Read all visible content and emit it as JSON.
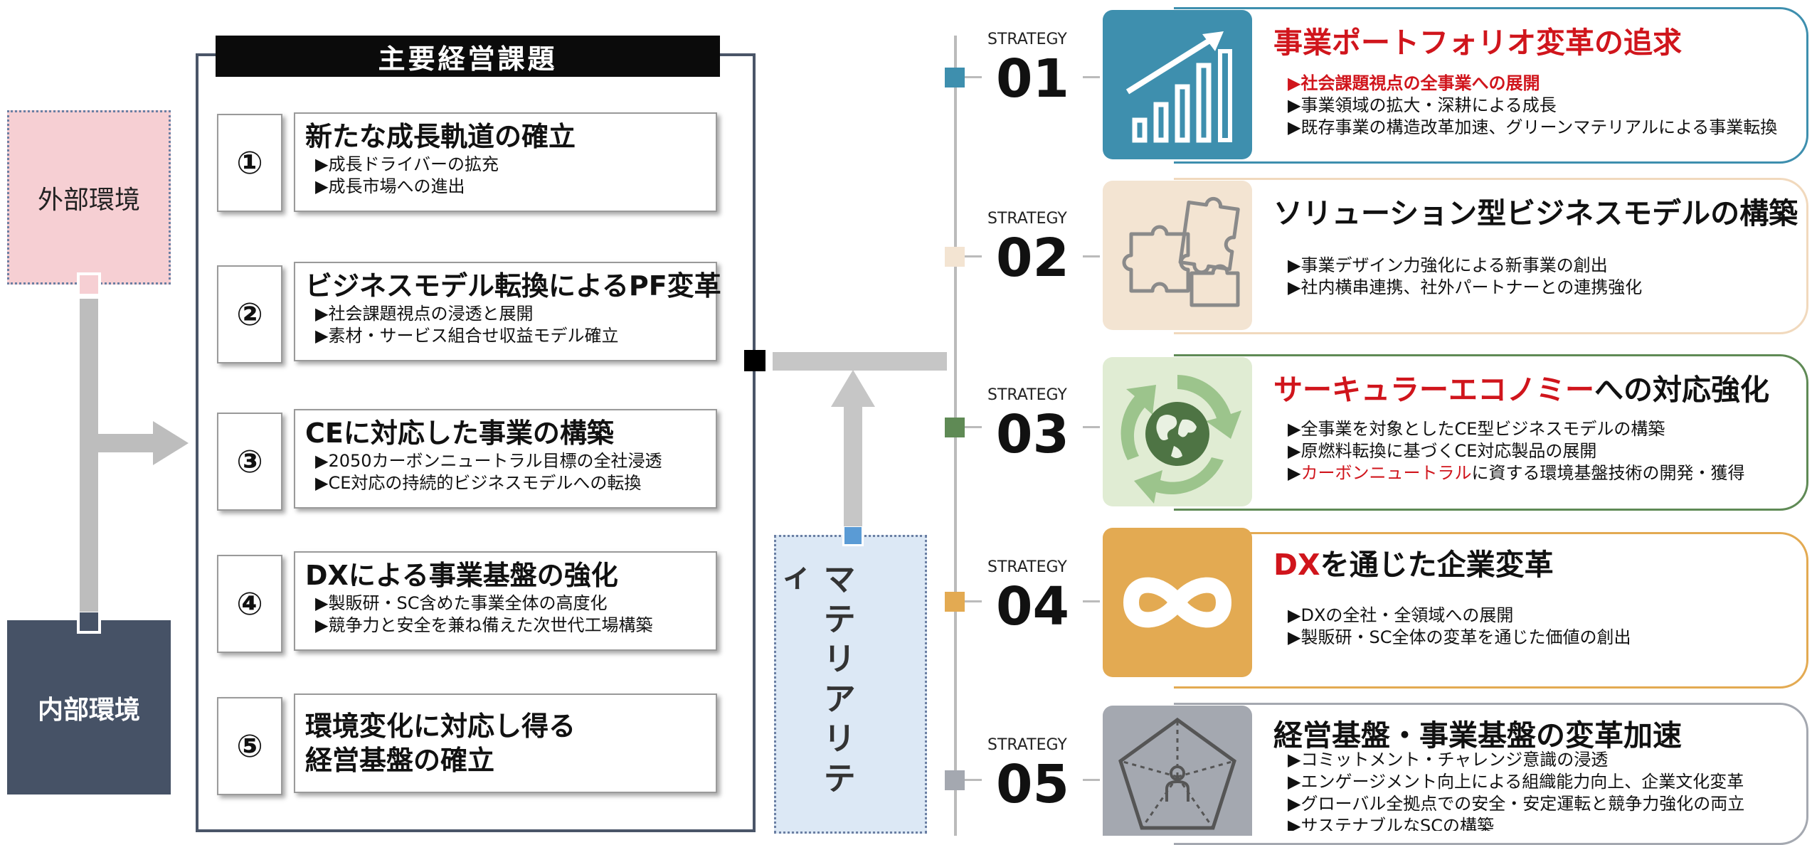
{
  "environment": {
    "external": "外部環境",
    "internal": "内部環境"
  },
  "issues": {
    "title": "主要経営課題",
    "items": [
      {
        "num": "①",
        "title": "新たな成長軌道の確立",
        "bullets": [
          "▶成長ドライバーの拡充",
          "▶成長市場への進出"
        ]
      },
      {
        "num": "②",
        "title": "ビジネスモデル転換によるPF変革",
        "bullets": [
          "▶社会課題視点の浸透と展開",
          "▶素材・サービス組合せ収益モデル確立"
        ]
      },
      {
        "num": "③",
        "title": "CEに対応した事業の構築",
        "bullets": [
          "▶2050カーボンニュートラル目標の全社浸透",
          "▶CE対応の持続的ビジネスモデルへの転換"
        ]
      },
      {
        "num": "④",
        "title": "DXによる事業基盤の強化",
        "bullets": [
          "▶製販研・SC含めた事業全体の高度化",
          "▶競争力と安全を兼ね備えた次世代工場構築"
        ]
      },
      {
        "num": "⑤",
        "title_lines": [
          "環境変化に対応し得る",
          "経営基盤の確立"
        ]
      }
    ]
  },
  "materiality": "マテリアリティ",
  "strategies": [
    {
      "label": "STRATEGY",
      "num": "01",
      "color": "#3e8fae",
      "title": "事業ポートフォリオ変革の追求",
      "bullets": [
        "▶社会課題視点の全事業への展開",
        "▶事業領域の拡大・深耕による成長",
        "▶既存事業の構造改革加速、グリーンマテリアルによる事業転換"
      ]
    },
    {
      "label": "STRATEGY",
      "num": "02",
      "color": "#f3e4d2",
      "title": "ソリューション型ビジネスモデルの構築",
      "bullets": [
        "▶事業デザイン力強化による新事業の創出",
        "▶社内横串連携、社外パートナーとの連携強化"
      ]
    },
    {
      "label": "STRATEGY",
      "num": "03",
      "color": "#5f8a55",
      "title_red": "サーキュラーエコノミー",
      "title_rest": "への対応強化",
      "bullets": [
        "▶全事業を対象としたCE型ビジネスモデルの構築",
        "▶原燃料転換に基づくCE対応製品の展開"
      ],
      "bullet3_prefix": "▶",
      "bullet3_red": "カーボンニュートラル",
      "bullet3_rest": "に資する環境基盤技術の開発・獲得"
    },
    {
      "label": "STRATEGY",
      "num": "04",
      "color": "#e3aa52",
      "title_red": "DX",
      "title_rest": "を通じた企業変革",
      "bullets": [
        "▶DXの全社・全領域への展開",
        "▶製販研・SC全体の変革を通じた価値の創出"
      ]
    },
    {
      "label": "STRATEGY",
      "num": "05",
      "color": "#a4a8b0",
      "title": "経営基盤・事業基盤の変革加速",
      "bullets": [
        "▶コミットメント・チャレンジ意識の浸透",
        "▶エンゲージメント向上による組織能力向上、企業文化変革",
        "▶グローバル全拠点での安全・安定運転と競争力強化の両立",
        "▶サステナブルなSCの構築"
      ]
    }
  ]
}
